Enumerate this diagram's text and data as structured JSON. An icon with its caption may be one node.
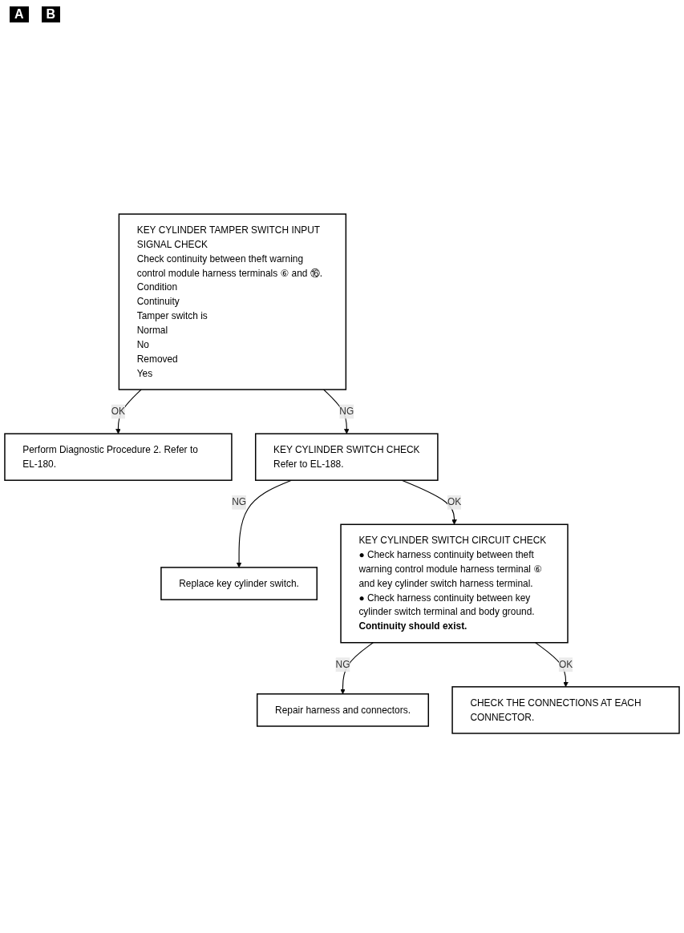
{
  "diagram": {
    "nodes": [
      {
        "text": [
          "KEY CYLINDER TAMPER SWITCH INPUT SIGNAL CHECK",
          "Check continuity between theft warning control module harness terminals ⑥ and ⑯.",
          "Condition",
          "Continuity",
          "Tamper switch is",
          "Normal",
          "No",
          "Removed",
          "Yes"
        ]
      },
      {
        "text": [
          "Perform Diagnostic Procedure 2. Refer to EL-180."
        ]
      },
      {
        "text": [
          "KEY CYLINDER SWITCH CHECK",
          "Refer to EL-188."
        ]
      },
      {
        "text": [
          "Replace key cylinder switch."
        ]
      },
      {
        "text": [
          "KEY CYLINDER SWITCH CIRCUIT CHECK",
          "● Check harness continuity between theft warning control module harness terminal ⑥ and key cylinder switch harness terminal.",
          "● Check harness continuity between key cylinder switch terminal and body ground.",
          "Continuity should exist."
        ]
      },
      {
        "text": [
          "Repair harness and connectors."
        ]
      },
      {
        "text": [
          "CHECK THE CONNECTIONS AT EACH CONNECTOR."
        ]
      }
    ],
    "edges": [
      {
        "from": 0,
        "to": 1,
        "label": "OK",
        "arrow": "to"
      },
      {
        "from": 0,
        "to": 2,
        "label": "NG",
        "arrow": "to"
      },
      {
        "from": 2,
        "to": 3,
        "label": "NG",
        "arrow": "to"
      },
      {
        "from": 2,
        "to": 4,
        "label": "OK",
        "arrow": "to"
      },
      {
        "from": 4,
        "to": 5,
        "label": "NG",
        "arrow": "to"
      },
      {
        "from": 4,
        "to": 6,
        "label": "OK",
        "arrow": "to"
      }
    ],
    "labels": [
      "A",
      "B"
    ]
  }
}
